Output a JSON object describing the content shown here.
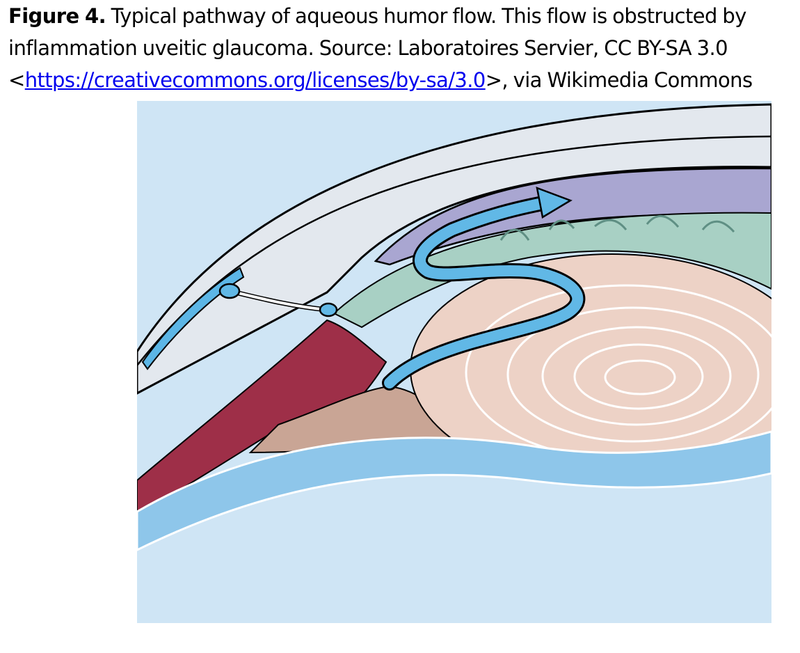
{
  "caption": {
    "label": "Figure 4.",
    "text": " Typical pathway of aqueous humor flow. This flow is obstructed by inflammation uveitic glaucoma. Source: Laboratoires Servier, CC BY-SA 3.0 <",
    "link": "https://creativecommons.org/licenses/by-sa/3.0",
    "suffix": ">, via Wikimedia Commons"
  },
  "figure": {
    "colors": {
      "background": "#cfe5f5",
      "cornea": "#e3e8ee",
      "sclera_band": "#d6dde6",
      "iris_root": "#9e2f48",
      "ciliary_body": "#c9a595",
      "lens": "#edd2c6",
      "lens_rings": "#ffffff",
      "posterior_chamber": "#a8d0c4",
      "anterior_chamber": "#a9a6d1",
      "flow_arrow": "#61b8e6",
      "schlemm_canal": "#5cb6e6",
      "outline": "#000000"
    }
  }
}
